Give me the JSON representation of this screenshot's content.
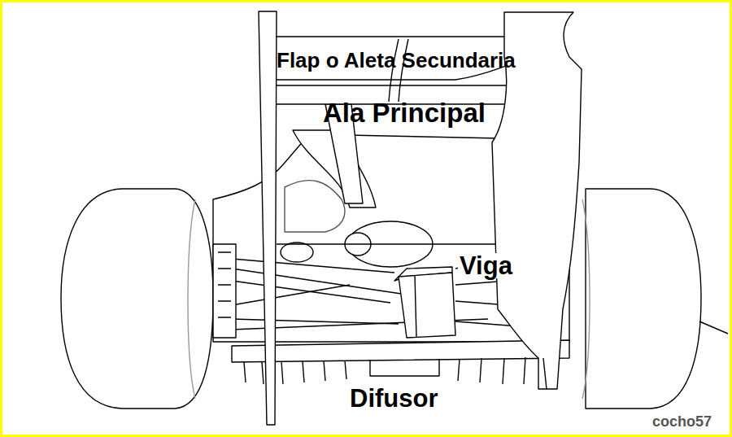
{
  "diagram": {
    "labels": [
      "Flap o Aleta Secundaria",
      "Ala Principal",
      "Viga",
      "Difusor",
      "cocho57"
    ]
  }
}
